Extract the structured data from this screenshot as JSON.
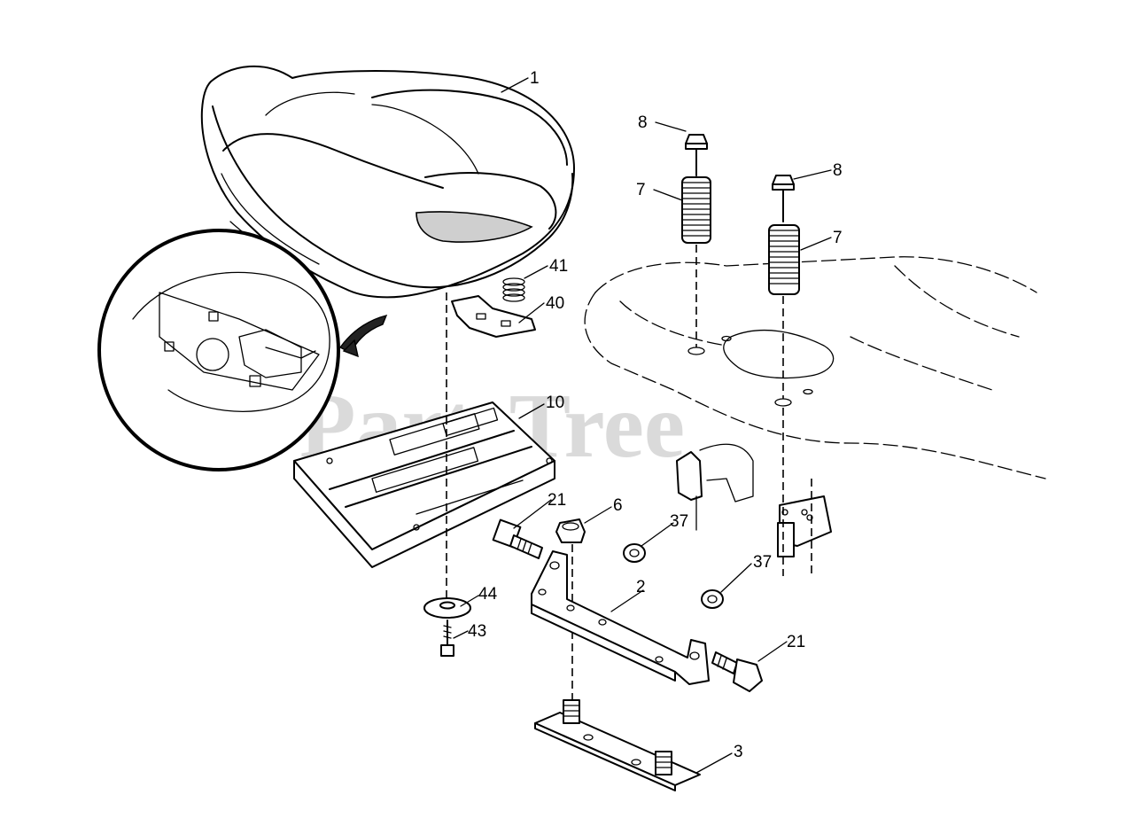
{
  "watermark": "PartsTree",
  "callouts": [
    {
      "name": "callout-1-seat",
      "text": "1"
    },
    {
      "name": "callout-8-bolt-left",
      "text": "8"
    },
    {
      "name": "callout-8-bolt-right",
      "text": "8"
    },
    {
      "name": "callout-7-spring-left",
      "text": "7"
    },
    {
      "name": "callout-7-spring-right",
      "text": "7"
    },
    {
      "name": "callout-41-spring",
      "text": "41"
    },
    {
      "name": "callout-40-latch",
      "text": "40"
    },
    {
      "name": "callout-10-seat-pan",
      "text": "10"
    },
    {
      "name": "callout-21-bolt-left",
      "text": "21"
    },
    {
      "name": "callout-6-nut",
      "text": "6"
    },
    {
      "name": "callout-37-nut-upper",
      "text": "37"
    },
    {
      "name": "callout-37-nut-lower",
      "text": "37"
    },
    {
      "name": "callout-2-bracket",
      "text": "2"
    },
    {
      "name": "callout-44-washer",
      "text": "44"
    },
    {
      "name": "callout-43-bolt",
      "text": "43"
    },
    {
      "name": "callout-21-bolt-right",
      "text": "21"
    },
    {
      "name": "callout-3-plate",
      "text": "3"
    }
  ]
}
